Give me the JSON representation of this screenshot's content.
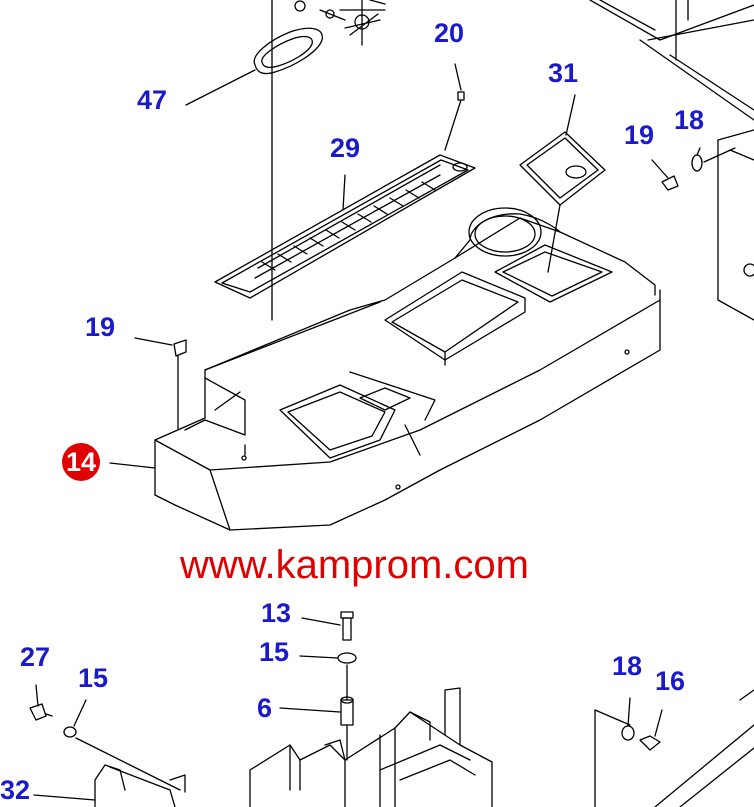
{
  "labels": {
    "p47": "47",
    "p20": "20",
    "p31": "31",
    "p29": "29",
    "p19a": "19",
    "p18a": "18",
    "p19b": "19",
    "p14": "14",
    "p13": "13",
    "p15a": "15",
    "p6": "6",
    "p27": "27",
    "p15b": "15",
    "p18b": "18",
    "p16": "16",
    "p32": "32"
  },
  "watermark": "www.kamprom.com",
  "colors": {
    "label": "#1a1acc",
    "badge": "#e00000",
    "watermark": "#e00000",
    "line": "#000000"
  }
}
